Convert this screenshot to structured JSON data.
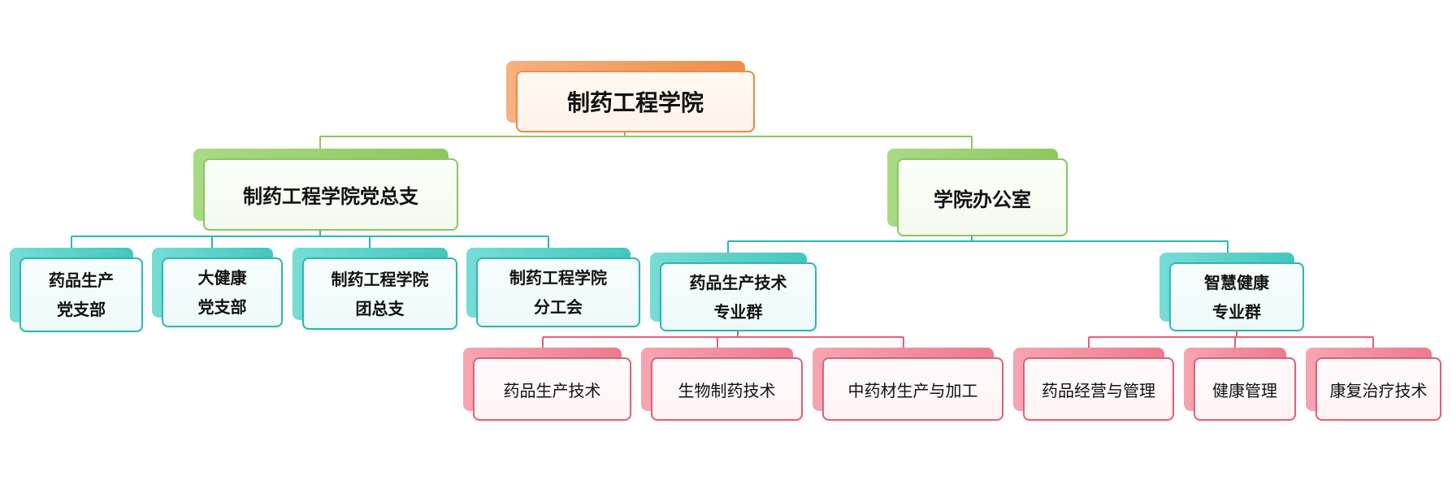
{
  "colors": {
    "orange": "#ec8c47",
    "green": "#8cc85d",
    "teal": "#2bb8b1",
    "pink": "#e0607a"
  },
  "root": {
    "label": "制药工程学院"
  },
  "branches": [
    {
      "label": "制药工程学院党总支",
      "children": [
        {
          "line1": "药品生产",
          "line2": "党支部"
        },
        {
          "line1": "大健康",
          "line2": "党支部"
        },
        {
          "line1": "制药工程学院",
          "line2": "团总支"
        },
        {
          "line1": "制药工程学院",
          "line2": "分工会"
        }
      ]
    },
    {
      "label": "学院办公室",
      "children": [
        {
          "line1": "药品生产技术",
          "line2": "专业群",
          "majors": [
            "药品生产技术",
            "生物制药技术",
            "中药材生产与加工"
          ]
        },
        {
          "line1": "智慧健康",
          "line2": "专业群",
          "majors": [
            "药品经营与管理",
            "健康管理",
            "康复治疗技术"
          ]
        }
      ]
    }
  ]
}
